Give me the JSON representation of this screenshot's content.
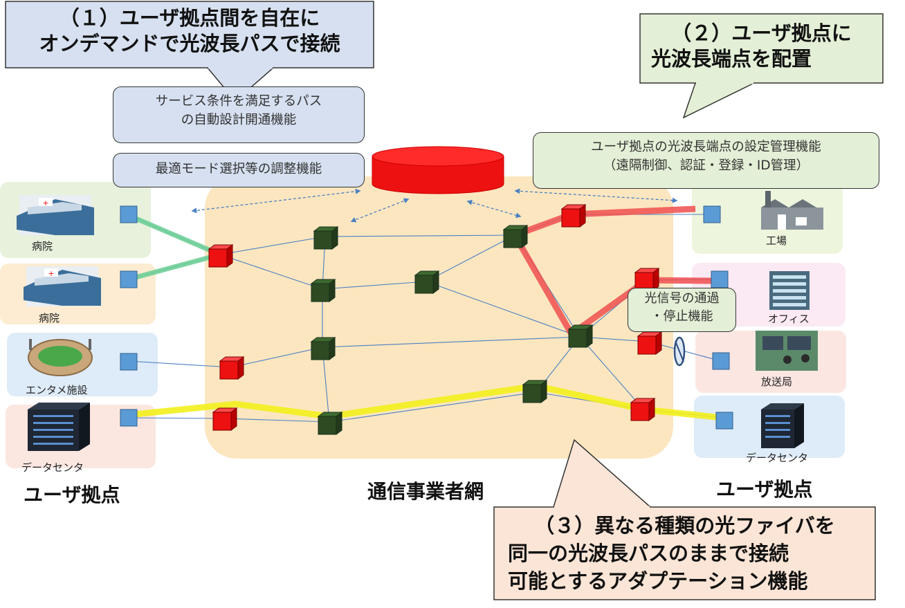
{
  "callouts": {
    "c1": [
      "（１）ユーザ拠点間を自在に",
      "オンデマンドで光波長パスで接続"
    ],
    "c2": [
      "（２）ユーザ拠点に",
      "光波長端点を配置"
    ],
    "c3": [
      "（３）異なる種類の光ファイバを",
      "同一の光波長パスのままで接続",
      "可能とするアダプテーション機能"
    ]
  },
  "functions": {
    "service_path": [
      "サービス条件を満足するパス",
      "の自動設計開通機能"
    ],
    "mode_select": "最適モード選択等の調整機能",
    "endpoint_mgmt": [
      "ユーザ拠点の光波長端点の設定管理機能",
      "（遠隔制御、認証・登録・ID管理）"
    ],
    "signal_pass": [
      "光信号の通過",
      "・停止機能"
    ]
  },
  "sites_left": [
    "病院",
    "病院",
    "エンタメ施設",
    "データセンタ"
  ],
  "sites_right": [
    "工場",
    "オフィス",
    "放送局",
    "データセンタ"
  ],
  "labels": {
    "user_left": "ユーザ拠点",
    "user_right": "ユーザ拠点",
    "carrier": "通信事業者網"
  },
  "colors": {
    "carrier_bg": "#fbe6c0",
    "node_green": "#2e4a22",
    "node_red": "#ee1111",
    "endpoint_blue": "#5b9bd5",
    "path_green": "#6fcf97",
    "path_red": "#f04f4f",
    "path_yellow": "#f2f01c"
  }
}
